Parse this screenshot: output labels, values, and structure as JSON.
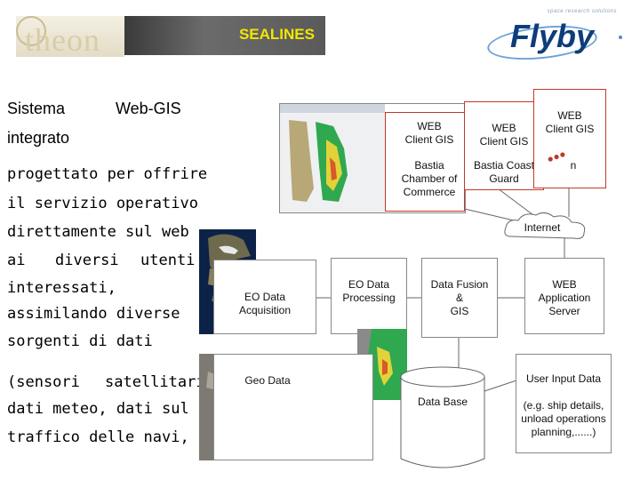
{
  "header": {
    "left_logo": "theon",
    "banner": "SEALINES",
    "right_logo": "Flyby",
    "right_logo_tagline": "space research solutions"
  },
  "left_text": [
    "Sistema",
    "Web-GIS",
    "integrato",
    "progettato per offrire",
    "il servizio operativo",
    "direttamente sul web",
    "ai",
    "diversi",
    "utenti",
    "interessati,",
    "assimilando diverse",
    "sorgenti di dati",
    "(sensori",
    "satellitari,",
    "dati meteo, dati sul",
    "traffico delle navi, )."
  ],
  "diagram": {
    "web_client_1": "WEB\nClient GIS",
    "web_client_2": "WEB\nClient GIS",
    "web_client_3": "WEB\nClient GIS",
    "bastia_chamber": "Bastia\nChamber of\nCommerce",
    "bastia_coast": "Bastia Coast\nGuard",
    "client_n": "n",
    "internet": "Internet",
    "eo_acquisition": "EO Data\nAcquisition",
    "eo_processing": "EO Data\nProcessing",
    "data_fusion": "Data Fusion\n&\nGIS",
    "web_app_server": "WEB\nApplication\nServer",
    "geo_data": "Geo Data",
    "user_input": "User Input Data",
    "data_base": "Data Base",
    "user_input_detail": "(e.g. ship details,\nunload operations\nplanning,......)"
  },
  "colors": {
    "banner_text": "#f2e600",
    "flyby_blue": "#0d3d7a",
    "client_border": "#c0392b",
    "sea_green": "#2fa84f"
  }
}
